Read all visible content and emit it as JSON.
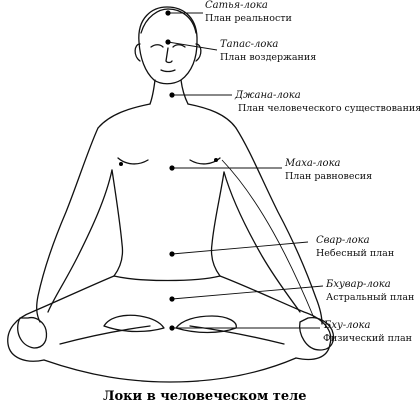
{
  "lokas": [
    {
      "title": "Сатья-лока",
      "plane": "План реальности"
    },
    {
      "title": "Тапас-лока",
      "plane": "План воздержания"
    },
    {
      "title": "Джана-лока",
      "plane": "План человеческого существования"
    },
    {
      "title": "Маха-лока",
      "plane": "План равновесия"
    },
    {
      "title": "Свар-лока",
      "plane": "Небесный план"
    },
    {
      "title": "Бхувар-лока",
      "plane": "Астральный план"
    },
    {
      "title": "Бху-лока",
      "plane": "Физический план"
    }
  ],
  "caption": "Локи в человеческом теле"
}
